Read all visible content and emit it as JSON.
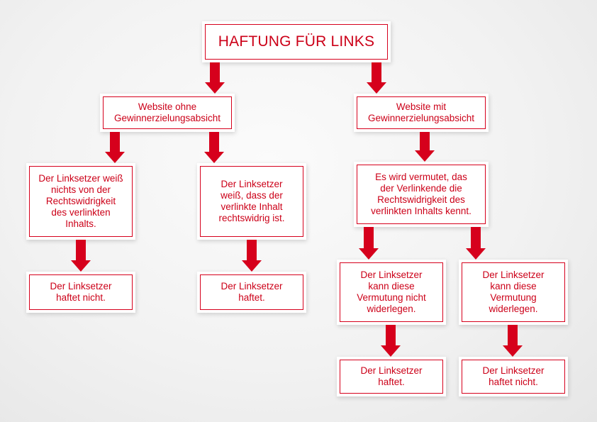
{
  "diagram": {
    "title": "HAFTUNG FÜR LINKS",
    "nonprofit": "Website ohne\nGewinnerzielungsabsicht",
    "profit": "Website mit\nGewinnerzielungsabsicht",
    "unaware": "Der Linksetzer weiß\nnichts von der\nRechtswidrigkeit\ndes verlinkten\nInhalts.",
    "aware": "Der Linksetzer\nweiß, dass der\nverlinkte Inhalt\nrechtswidrig ist.",
    "presumed": "Es wird vermutet, das\nder Verlinkende die\nRechtswidrigkeit des\nverlinkten Inhalts kennt.",
    "not_liable_1": "Der Linksetzer\nhaftet nicht.",
    "liable_1": "Der Linksetzer\nhaftet.",
    "cannot_refute": "Der Linksetzer\nkann diese\nVermutung nicht\nwiderlegen.",
    "can_refute": "Der Linksetzer\nkann diese\nVermutung\nwiderlegen.",
    "liable_2": "Der Linksetzer\nhaftet.",
    "not_liable_2": "Der Linksetzer\nhaftet nicht."
  },
  "colors": {
    "accent": "#d6001c",
    "text": "#cc0018",
    "box": "#ffffff"
  }
}
